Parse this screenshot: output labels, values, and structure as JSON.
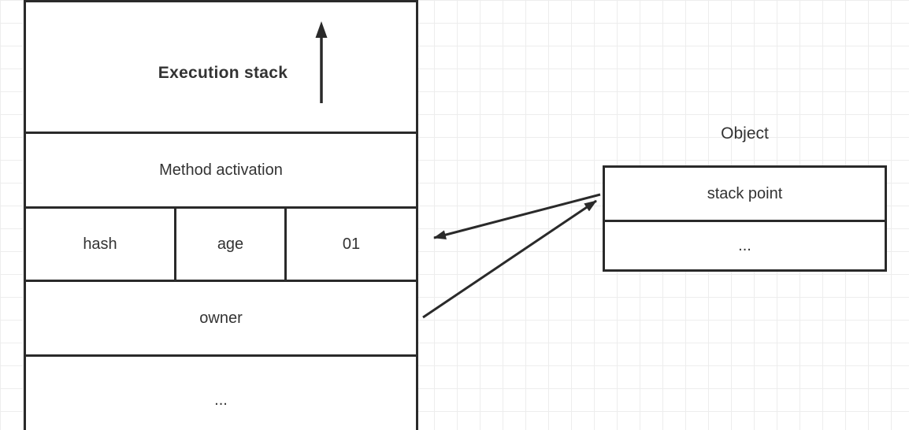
{
  "colors": {
    "stroke": "#2a2a2a",
    "text": "#333333",
    "grid": "#ededed",
    "background": "#ffffff"
  },
  "execution_stack": {
    "title": "Execution stack",
    "method_activation": "Method activation",
    "frame_cells": [
      "hash",
      "age",
      "01"
    ],
    "owner": "owner",
    "ellipsis": "..."
  },
  "object_box": {
    "label": "Object",
    "rows": [
      "stack point",
      "..."
    ]
  }
}
